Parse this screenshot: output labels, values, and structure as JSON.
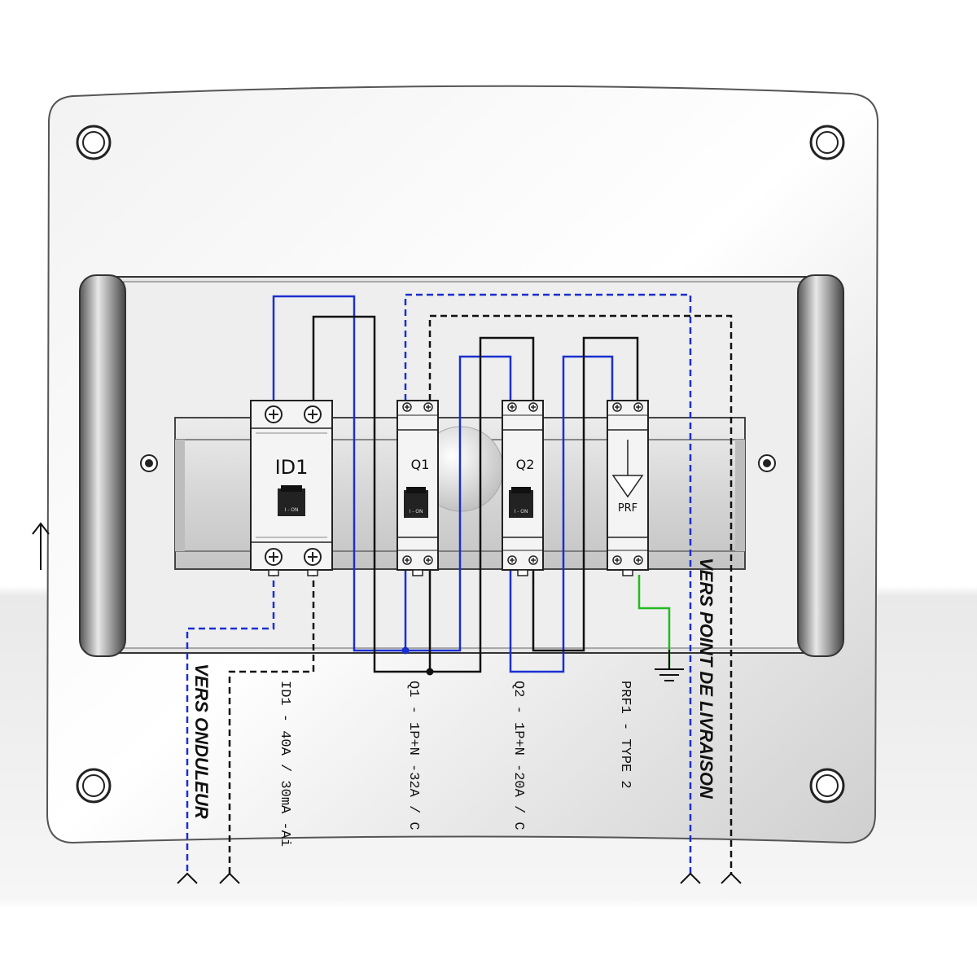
{
  "devices": {
    "id1": {
      "label": "ID1",
      "switch_text": "I - ON",
      "rating": "ID1 - 40A / 30mA -Ai"
    },
    "q1": {
      "label": "Q1",
      "switch_text": "I - ON",
      "rating": "Q1 - 1P+N -32A / C"
    },
    "q2": {
      "label": "Q2",
      "switch_text": "I - ON",
      "rating": "Q2 - 1P+N -20A / C"
    },
    "prf": {
      "label": "PRF",
      "rating": "PRF1 - TYPE 2"
    }
  },
  "destinations": {
    "inverter": "VERS ONDULEUR",
    "delivery": "VERS POINT DE LIVRAISON"
  },
  "colors": {
    "phase": "#1a2fd0",
    "neutral": "#111111",
    "earth": "#22bb22",
    "panel": "#d9d9d9"
  },
  "icons": [
    "mounting-hole-icon",
    "screw-terminal-icon",
    "toggle-switch-icon",
    "surge-arrow-icon",
    "ground-symbol-icon",
    "cable-end-fork-icon",
    "up-arrow-icon"
  ]
}
